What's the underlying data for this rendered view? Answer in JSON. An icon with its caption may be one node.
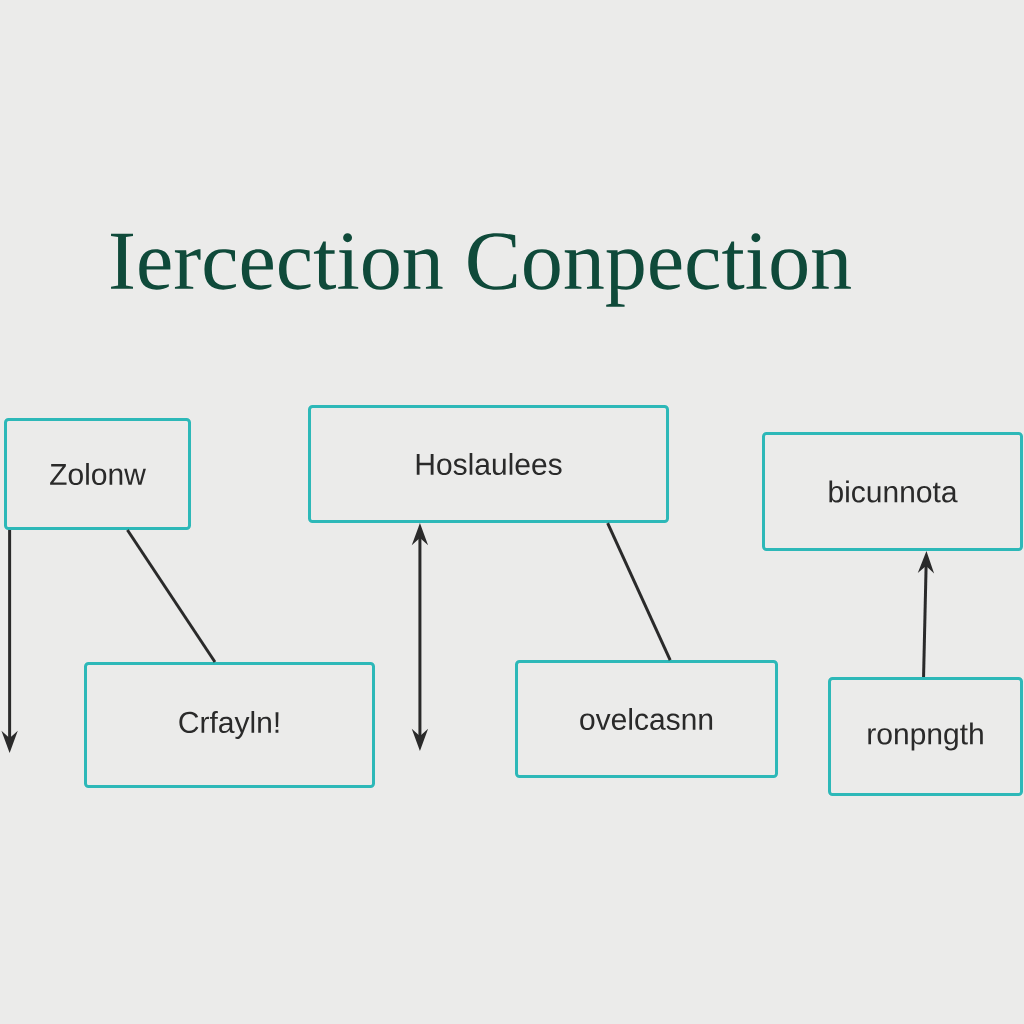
{
  "diagram": {
    "title": "Iercection Conpection",
    "nodes": [
      {
        "text": [
          "Zolonw"
        ]
      },
      {
        "text": [
          "Hoslaulees"
        ]
      },
      {
        "text": [
          "bicunnota"
        ]
      },
      {
        "text": [
          "Crfayln!"
        ]
      },
      {
        "text": [
          "ovelcasnn"
        ]
      },
      {
        "text": [
          "ronpngth"
        ]
      }
    ],
    "edges": [
      {
        "from": 0,
        "to": null,
        "arrow": "to"
      },
      {
        "from": 0,
        "to": 3,
        "arrow": "none"
      },
      {
        "from": 1,
        "to": null,
        "arrow": "both"
      },
      {
        "from": 1,
        "to": 4,
        "arrow": "none"
      },
      {
        "from": 5,
        "to": 2,
        "arrow": "to"
      }
    ]
  }
}
